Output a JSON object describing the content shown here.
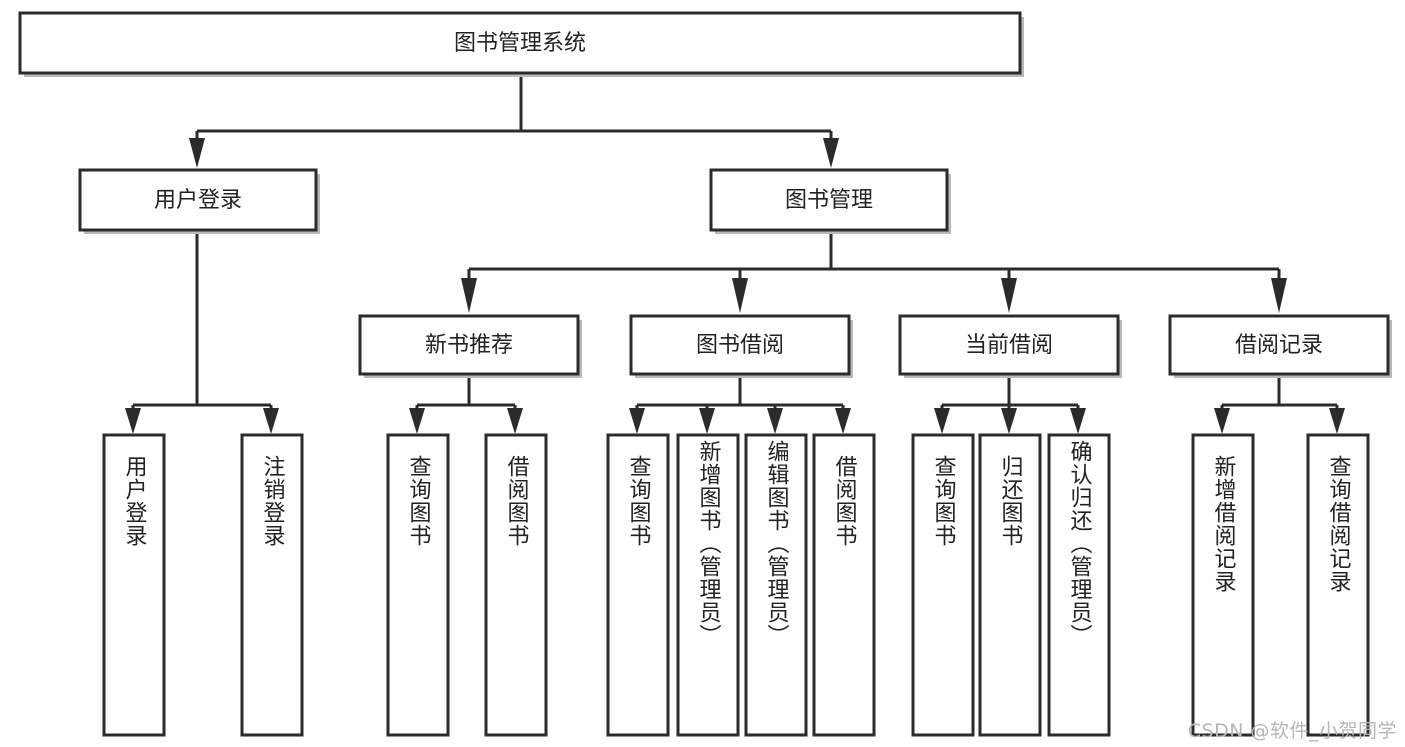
{
  "diagram": {
    "title": "图书管理系统",
    "type": "hierarchy-tree",
    "orientation": "top-down",
    "colors": {
      "stroke": "#2b2b2b",
      "fill": "#ffffff",
      "text": "#222222",
      "shadow": "#b9b9b9",
      "watermark": "#b6b6b6"
    },
    "root": {
      "id": "root",
      "label": "图书管理系统"
    },
    "level2": [
      {
        "id": "user-login",
        "label": "用户登录"
      },
      {
        "id": "book-management",
        "label": "图书管理"
      }
    ],
    "level3": [
      {
        "id": "new-book-recommend",
        "label": "新书推荐",
        "parent": "book-management"
      },
      {
        "id": "book-borrow",
        "label": "图书借阅",
        "parent": "book-management"
      },
      {
        "id": "current-borrow",
        "label": "当前借阅",
        "parent": "book-management"
      },
      {
        "id": "borrow-record",
        "label": "借阅记录",
        "parent": "book-management"
      }
    ],
    "leaves": {
      "user-login": [
        {
          "id": "leaf-user-login",
          "label": "用户登录"
        },
        {
          "id": "leaf-logout-login",
          "label": "注销登录"
        }
      ],
      "new-book-recommend": [
        {
          "id": "leaf-query-book-1",
          "label": "查询图书"
        },
        {
          "id": "leaf-borrow-book-1",
          "label": "借阅图书"
        }
      ],
      "book-borrow": [
        {
          "id": "leaf-query-book-2",
          "label": "查询图书"
        },
        {
          "id": "leaf-add-book-admin",
          "label": "新增图书（管理员）"
        },
        {
          "id": "leaf-edit-book-admin",
          "label": "编辑图书（管理员）"
        },
        {
          "id": "leaf-borrow-book-2",
          "label": "借阅图书"
        }
      ],
      "current-borrow": [
        {
          "id": "leaf-query-book-3",
          "label": "查询图书"
        },
        {
          "id": "leaf-return-book",
          "label": "归还图书"
        },
        {
          "id": "leaf-confirm-return-admin",
          "label": "确认归还（管理员）"
        }
      ],
      "borrow-record": [
        {
          "id": "leaf-add-borrow-record",
          "label": "新增借阅记录"
        },
        {
          "id": "leaf-query-borrow-record",
          "label": "查询借阅记录"
        }
      ]
    }
  },
  "watermark": {
    "text": "CSDN @软件_小贺同学"
  }
}
